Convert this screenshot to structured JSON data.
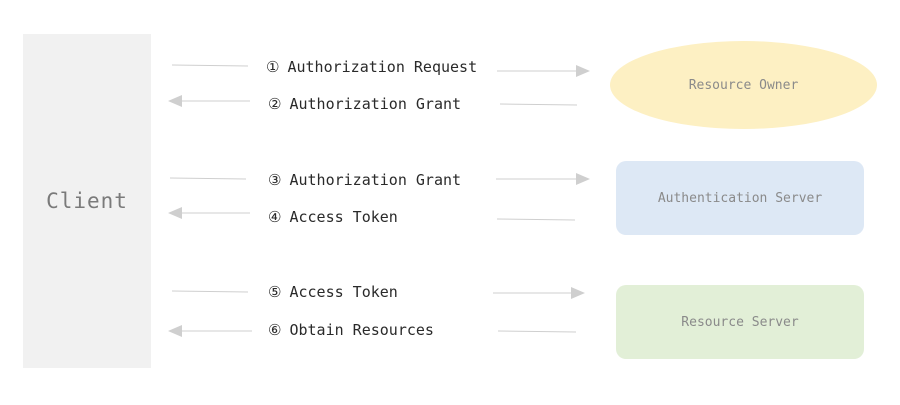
{
  "client": {
    "label": "Client"
  },
  "nodes": {
    "resource_owner": "Resource Owner",
    "authentication_server": "Authentication Server",
    "resource_server": "Resource Server"
  },
  "steps": [
    {
      "number": "①",
      "label": "Authorization Request",
      "direction": "right"
    },
    {
      "number": "②",
      "label": "Authorization Grant",
      "direction": "left"
    },
    {
      "number": "③",
      "label": "Authorization Grant",
      "direction": "right"
    },
    {
      "number": "④",
      "label": "Access Token",
      "direction": "left"
    },
    {
      "number": "⑤",
      "label": "Access Token",
      "direction": "right"
    },
    {
      "number": "⑥",
      "label": "Obtain Resources",
      "direction": "left"
    }
  ],
  "colors": {
    "client_bg": "#f1f1f1",
    "resource_owner_bg": "#fdf0c3",
    "authentication_server_bg": "#dde8f5",
    "resource_server_bg": "#e2efd7",
    "arrow": "#cfcfcf"
  }
}
